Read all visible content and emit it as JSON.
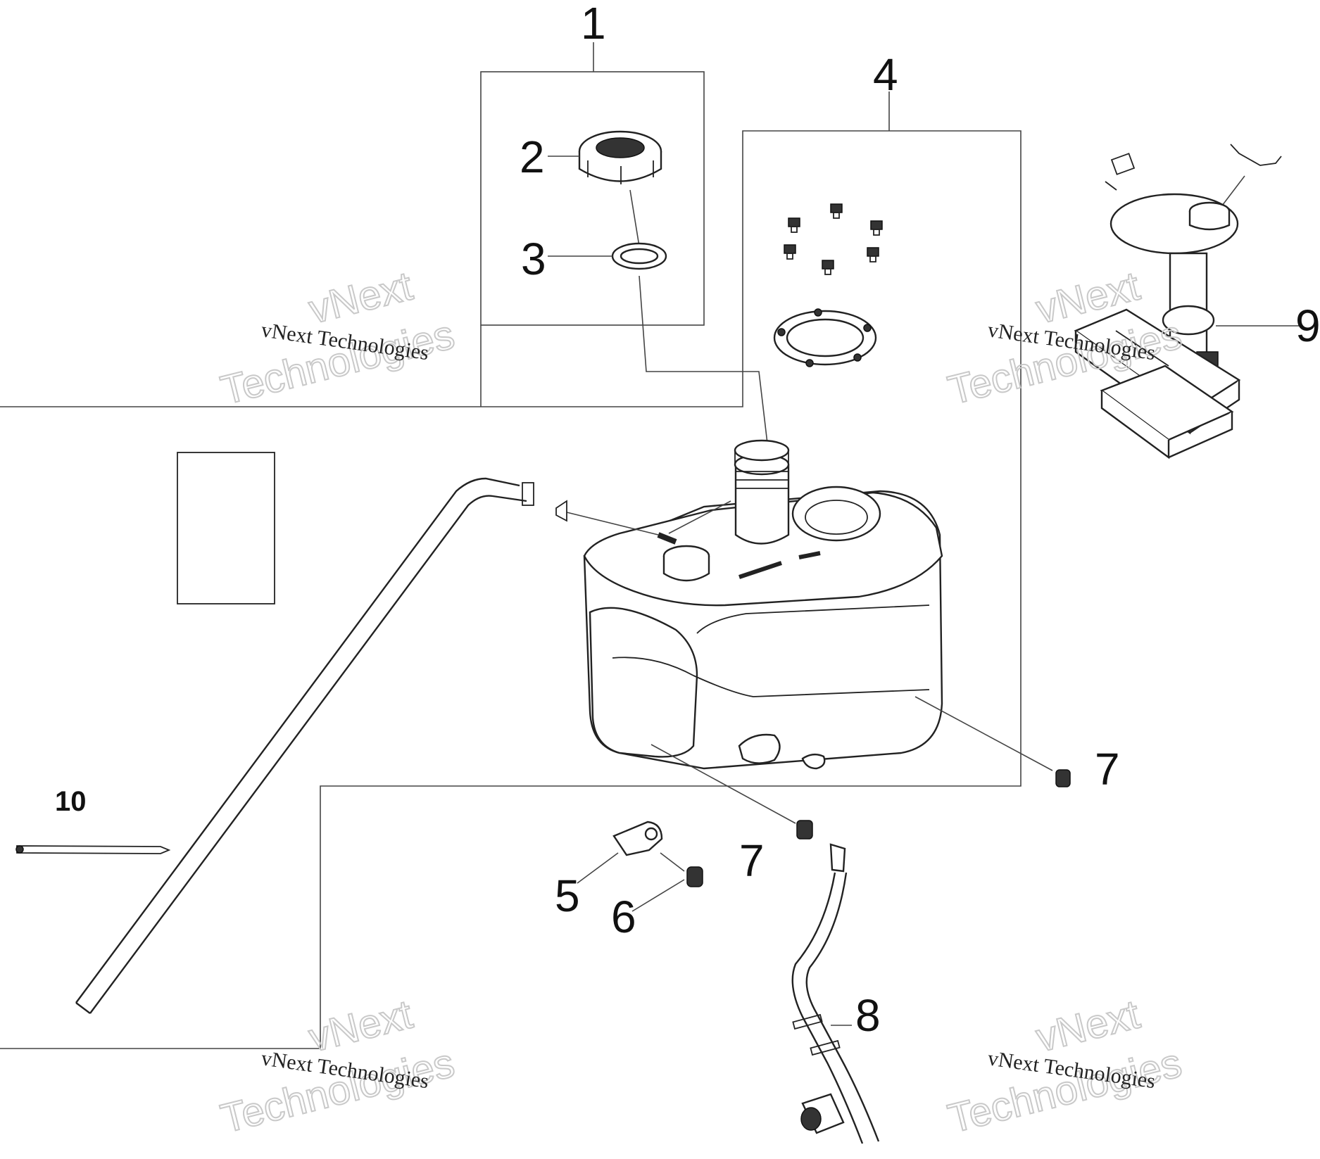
{
  "callouts": {
    "c1": "1",
    "c2": "2",
    "c3": "3",
    "c4": "4",
    "c5": "5",
    "c6": "6",
    "c7a": "7",
    "c7b": "7",
    "c8": "8",
    "c9": "9",
    "c10": "10"
  },
  "watermarks": {
    "small": "vNext Technologies",
    "large_top": "vNext",
    "large_bottom": "Technologies"
  }
}
